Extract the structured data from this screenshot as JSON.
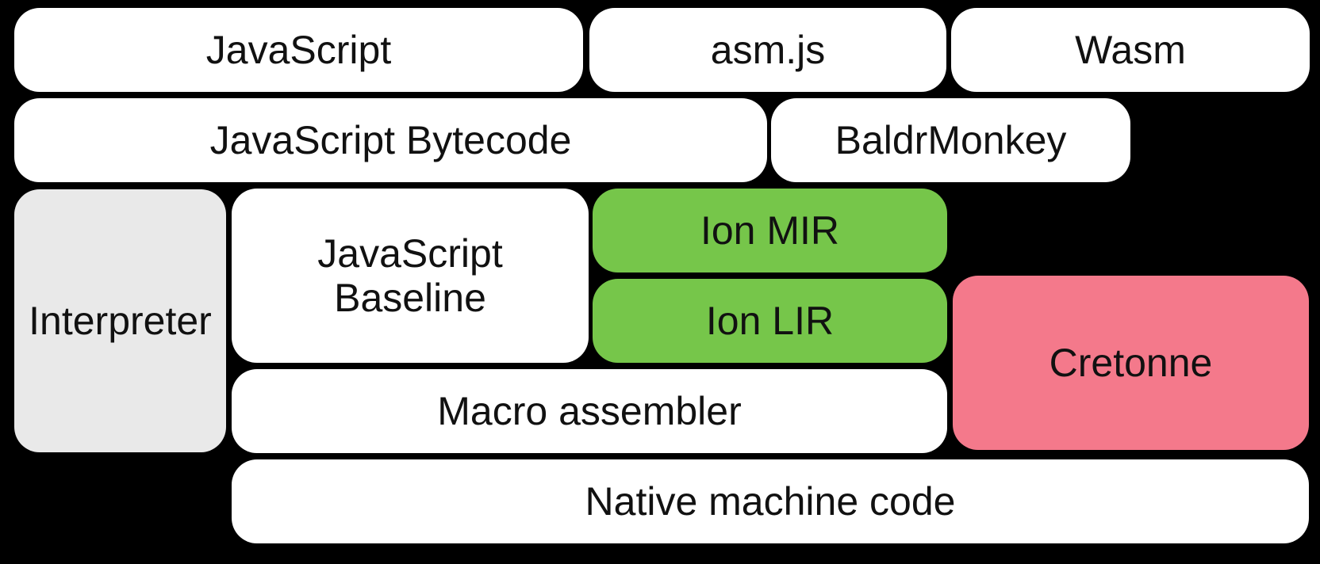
{
  "diagram": {
    "description": "Compiler pipeline diagram with rounded stage boxes on a black background"
  },
  "colors": {
    "background": "#000000",
    "white": "#ffffff",
    "gray": "#e9e9e9",
    "green": "#76c64a",
    "pink": "#f4798b",
    "text": "#111111"
  },
  "boxes": [
    {
      "id": "javascript",
      "label": "JavaScript",
      "fill": "white"
    },
    {
      "id": "asmjs",
      "label": "asm.js",
      "fill": "white"
    },
    {
      "id": "wasm",
      "label": "Wasm",
      "fill": "white"
    },
    {
      "id": "javascript-bytecode",
      "label": "JavaScript Bytecode",
      "fill": "white"
    },
    {
      "id": "baldrmonkey",
      "label": "BaldrMonkey",
      "fill": "white"
    },
    {
      "id": "interpreter",
      "label": "Interpreter",
      "fill": "gray"
    },
    {
      "id": "javascript-baseline",
      "label": "JavaScript\nBaseline",
      "fill": "white"
    },
    {
      "id": "ion-mir",
      "label": "Ion MIR",
      "fill": "green"
    },
    {
      "id": "ion-lir",
      "label": "Ion LIR",
      "fill": "green"
    },
    {
      "id": "cretonne",
      "label": "Cretonne",
      "fill": "pink"
    },
    {
      "id": "macro-assembler",
      "label": "Macro assembler",
      "fill": "white"
    },
    {
      "id": "native-machine-code",
      "label": "Native machine code",
      "fill": "white"
    }
  ]
}
